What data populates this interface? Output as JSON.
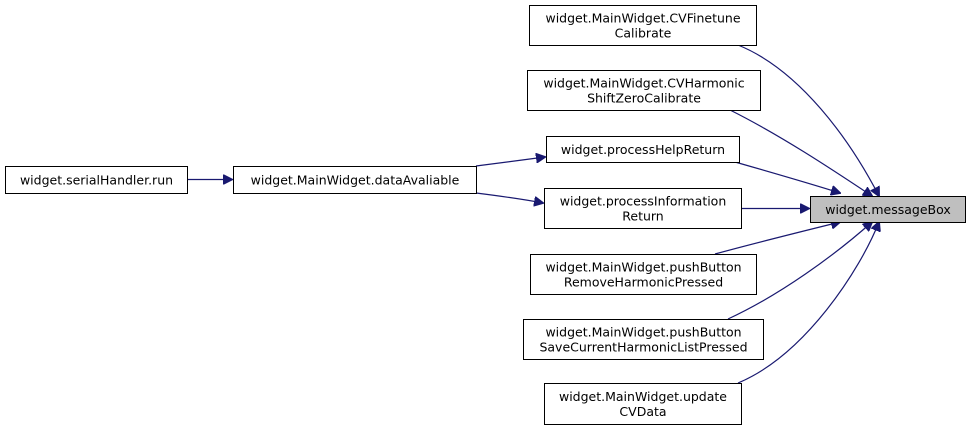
{
  "colors": {
    "edge": "#191970",
    "node_border": "#000000",
    "node_fill": "#ffffff",
    "highlight_fill": "#bfbfbf"
  },
  "nodes": {
    "serial_handler_run": {
      "lines": [
        "widget.serialHandler.run"
      ]
    },
    "data_avaliable": {
      "lines": [
        "widget.MainWidget.dataAvaliable"
      ]
    },
    "cv_finetune_calibrate": {
      "lines": [
        "widget.MainWidget.CVFinetune",
        "Calibrate"
      ]
    },
    "cv_harmonic_shift_zero_calibrate": {
      "lines": [
        "widget.MainWidget.CVHarmonic",
        "ShiftZeroCalibrate"
      ]
    },
    "process_help_return": {
      "lines": [
        "widget.processHelpReturn"
      ]
    },
    "process_information_return": {
      "lines": [
        "widget.processInformation",
        "Return"
      ]
    },
    "push_button_remove_harmonic_pressed": {
      "lines": [
        "widget.MainWidget.pushButton",
        "RemoveHarmonicPressed"
      ]
    },
    "push_button_save_current_harmonic_list_pressed": {
      "lines": [
        "widget.MainWidget.pushButton",
        "SaveCurrentHarmonicListPressed"
      ]
    },
    "update_cv_data": {
      "lines": [
        "widget.MainWidget.update",
        "CVData"
      ]
    },
    "message_box": {
      "lines": [
        "widget.messageBox"
      ]
    }
  },
  "edges": [
    {
      "from": "serial_handler_run",
      "to": "data_avaliable"
    },
    {
      "from": "data_avaliable",
      "to": "process_help_return"
    },
    {
      "from": "data_avaliable",
      "to": "process_information_return"
    },
    {
      "from": "cv_finetune_calibrate",
      "to": "message_box"
    },
    {
      "from": "cv_harmonic_shift_zero_calibrate",
      "to": "message_box"
    },
    {
      "from": "process_help_return",
      "to": "message_box"
    },
    {
      "from": "process_information_return",
      "to": "message_box"
    },
    {
      "from": "push_button_remove_harmonic_pressed",
      "to": "message_box"
    },
    {
      "from": "push_button_save_current_harmonic_list_pressed",
      "to": "message_box"
    },
    {
      "from": "update_cv_data",
      "to": "message_box"
    }
  ]
}
